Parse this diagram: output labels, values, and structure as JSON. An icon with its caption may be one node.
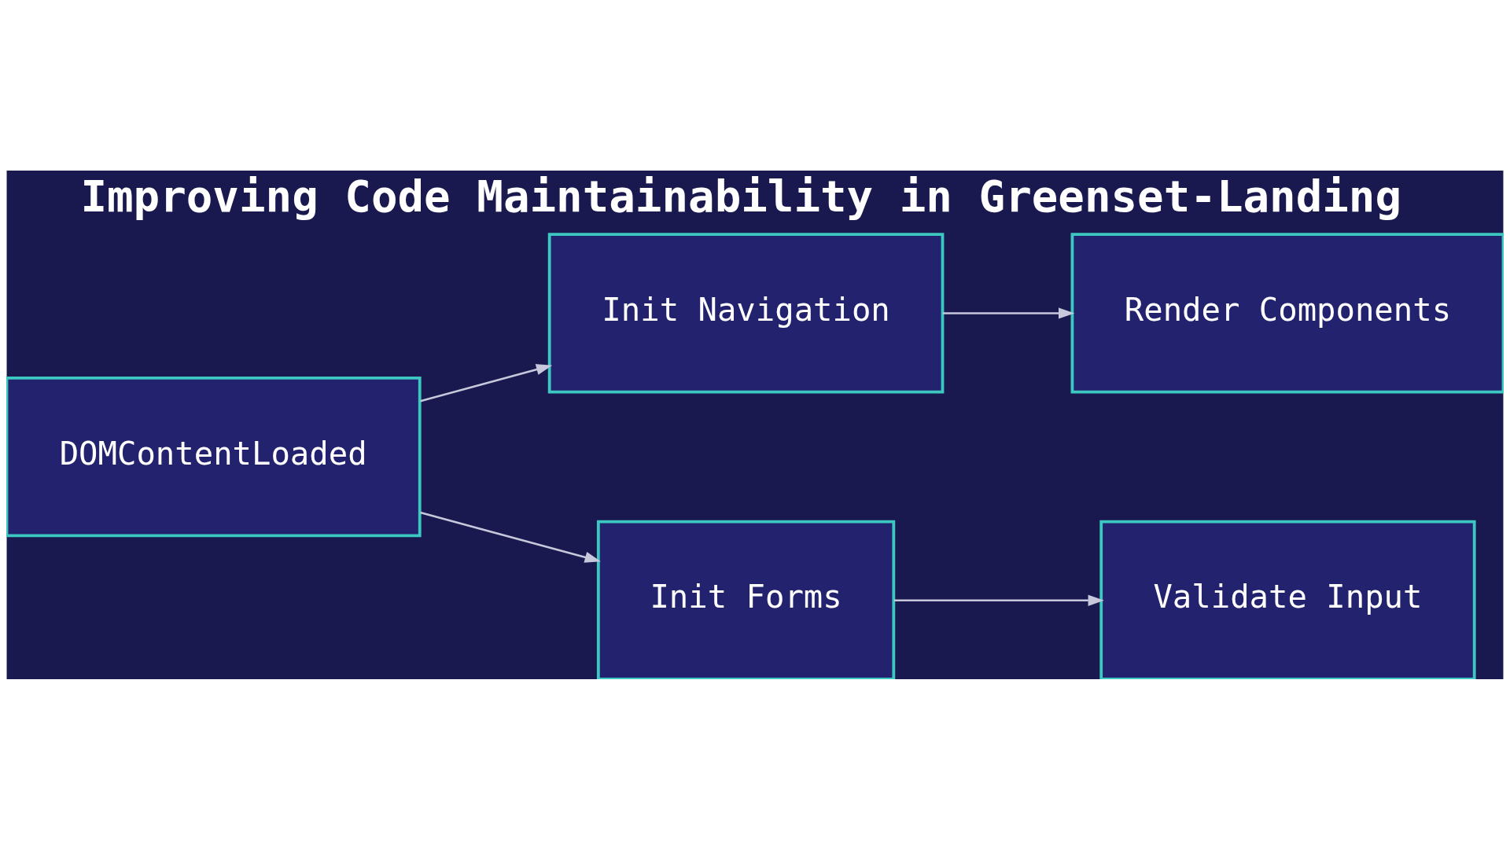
{
  "diagram": {
    "title": "Improving Code Maintainability in Greenset-Landing",
    "nodes": [
      {
        "text": [
          "DOMContentLoaded"
        ]
      },
      {
        "text": [
          "Init Navigation"
        ]
      },
      {
        "text": [
          "Init Forms"
        ]
      },
      {
        "text": [
          "Render Components"
        ]
      },
      {
        "text": [
          "Validate Input"
        ]
      }
    ],
    "edges": [
      {
        "from": 0,
        "to": 1,
        "arrow": "to"
      },
      {
        "from": 0,
        "to": 2,
        "arrow": "to"
      },
      {
        "from": 1,
        "to": 3,
        "arrow": "to"
      },
      {
        "from": 2,
        "to": 4,
        "arrow": "to"
      }
    ]
  }
}
